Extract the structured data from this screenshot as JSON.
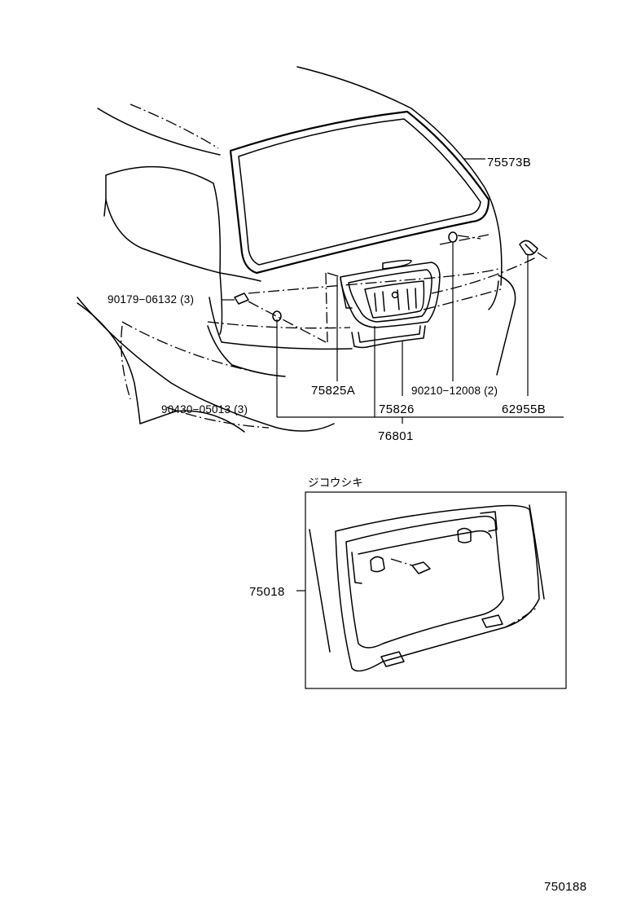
{
  "diagram": {
    "callouts": {
      "p75573B": "75573B",
      "p90179": "90179−06132 (3)",
      "p75825A": "75825A",
      "p90210": "90210−12008 (2)",
      "p90430": "90430−05013 (3)",
      "p75826": "75826",
      "p62955B": "62955B",
      "p76801": "76801",
      "p75018": "75018"
    },
    "inset_title": "ジコウシキ",
    "figure_id": "750188"
  }
}
